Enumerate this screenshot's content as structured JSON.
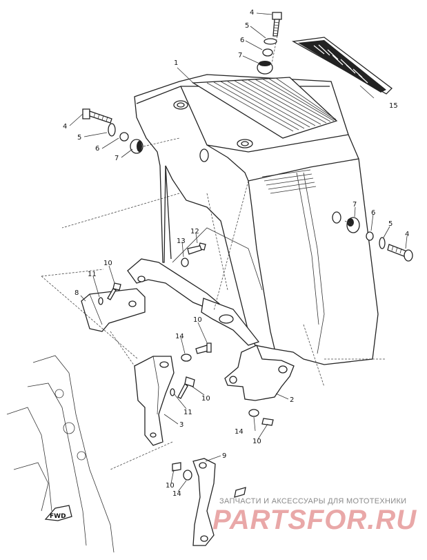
{
  "diagram": {
    "callouts": [
      {
        "id": "c1",
        "label": "1"
      },
      {
        "id": "c2",
        "label": "2"
      },
      {
        "id": "c3",
        "label": "3"
      },
      {
        "id": "c4a",
        "label": "4"
      },
      {
        "id": "c4b",
        "label": "4"
      },
      {
        "id": "c4c",
        "label": "4"
      },
      {
        "id": "c5a",
        "label": "5"
      },
      {
        "id": "c5b",
        "label": "5"
      },
      {
        "id": "c5c",
        "label": "5"
      },
      {
        "id": "c6a",
        "label": "6"
      },
      {
        "id": "c6b",
        "label": "6"
      },
      {
        "id": "c6c",
        "label": "6"
      },
      {
        "id": "c7a",
        "label": "7"
      },
      {
        "id": "c7b",
        "label": "7"
      },
      {
        "id": "c7c",
        "label": "7"
      },
      {
        "id": "c8",
        "label": "8"
      },
      {
        "id": "c9",
        "label": "9"
      },
      {
        "id": "c10a",
        "label": "10"
      },
      {
        "id": "c10b",
        "label": "10"
      },
      {
        "id": "c10c",
        "label": "10"
      },
      {
        "id": "c10d",
        "label": "10"
      },
      {
        "id": "c10e",
        "label": "10"
      },
      {
        "id": "c11a",
        "label": "11"
      },
      {
        "id": "c11b",
        "label": "11"
      },
      {
        "id": "c12",
        "label": "12"
      },
      {
        "id": "c13",
        "label": "13"
      },
      {
        "id": "c14a",
        "label": "14"
      },
      {
        "id": "c14b",
        "label": "14"
      },
      {
        "id": "c14c",
        "label": "14"
      },
      {
        "id": "c15",
        "label": "15"
      }
    ],
    "fwd_label": "FWD"
  },
  "watermark": {
    "caption": "ЗАПЧАСТИ И АКСЕССУАРЫ ДЛЯ МОТОТЕХНИКИ",
    "brand": "PARTSFOR.RU"
  }
}
